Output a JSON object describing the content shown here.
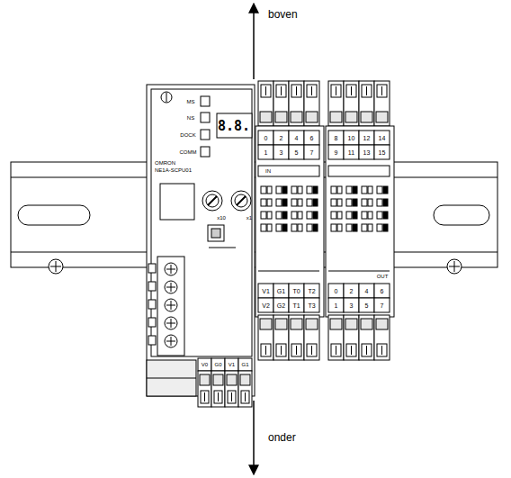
{
  "diagram": {
    "labels": [
      "boven",
      "onder",
      "MS",
      "NS",
      "DOCK",
      "COMM",
      "8.8.",
      "OMRON",
      "NE1A-SCPU01",
      "x10",
      "x1",
      "0",
      "2",
      "4",
      "6",
      "1",
      "3",
      "5",
      "7",
      "8",
      "10",
      "12",
      "14",
      "9",
      "11",
      "13",
      "15",
      "IN",
      "V1",
      "G1",
      "T0",
      "T2",
      "V2",
      "G2",
      "T1",
      "T3",
      "OUT",
      "0",
      "2",
      "4",
      "6",
      "1",
      "3",
      "5",
      "7",
      "V0",
      "G0",
      "V1",
      "G1"
    ]
  }
}
